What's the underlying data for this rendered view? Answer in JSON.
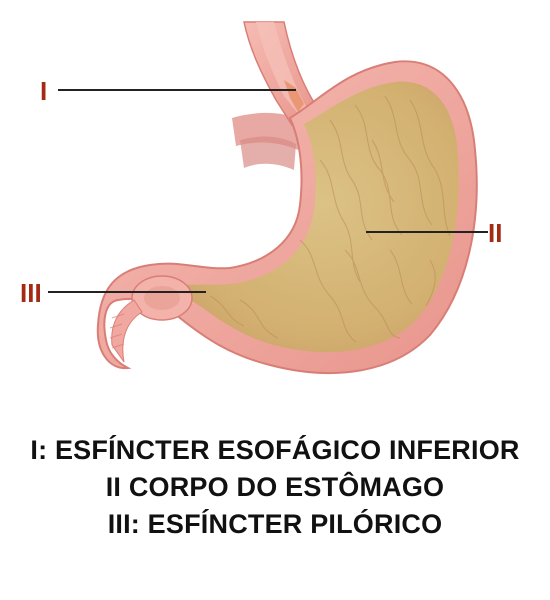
{
  "labels": {
    "one": "I",
    "two": "II",
    "three": "III"
  },
  "legend": [
    "I: ESFÍNCTER ESOFÁGICO INFERIOR",
    "II CORPO DO ESTÔMAGO",
    "III: ESFÍNCTER PILÓRICO"
  ],
  "colors": {
    "label": "#a52a14",
    "leader_line": "#222222",
    "stomach_wall": "#f0a7a0",
    "stomach_interior": "#d8b978",
    "legend_text": "#111111"
  }
}
